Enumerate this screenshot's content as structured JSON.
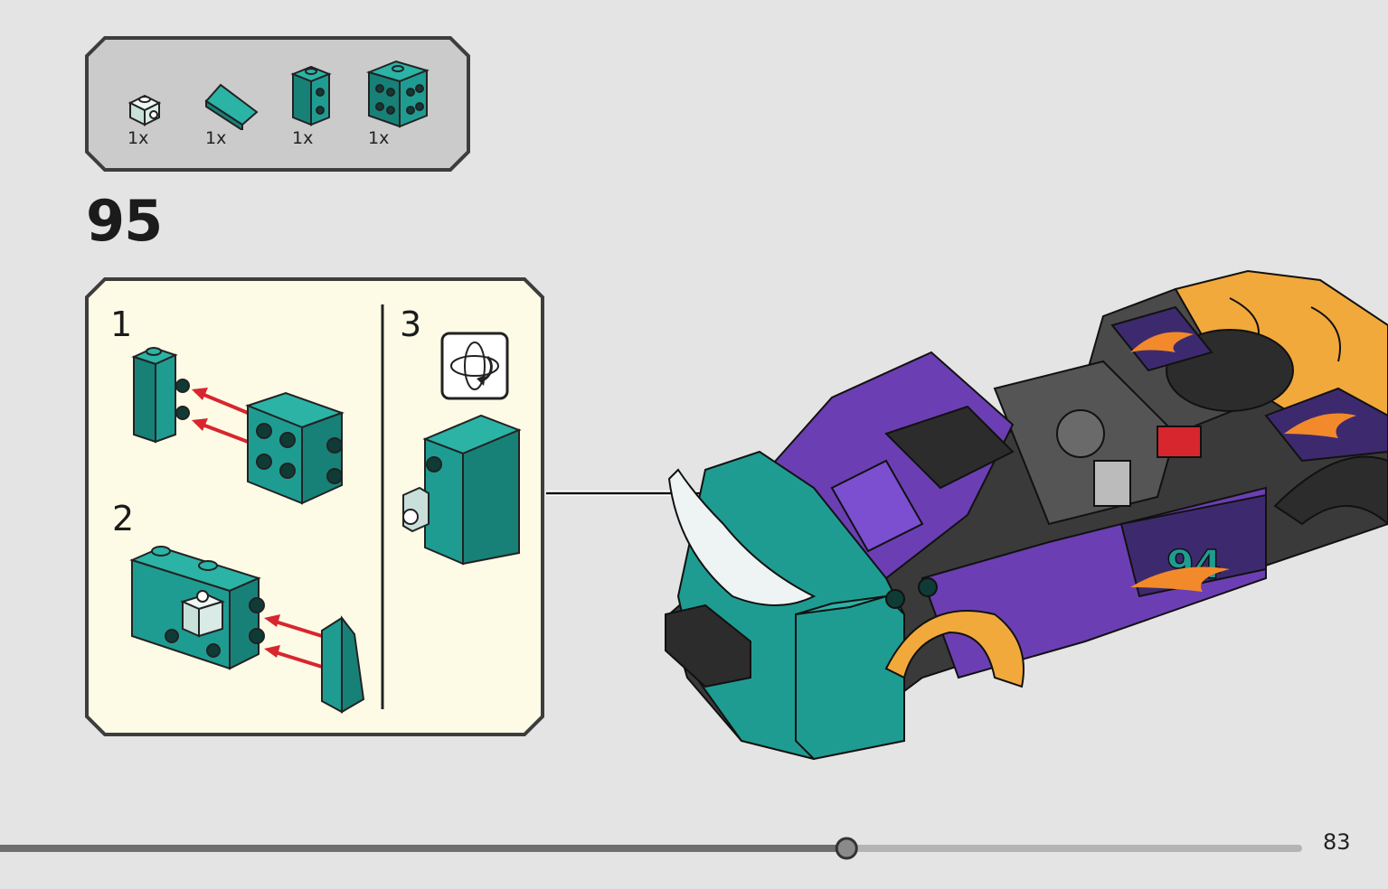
{
  "parts_list": {
    "items": [
      {
        "name": "1x1 bracket plate",
        "color": "#d8ebe6",
        "quantity": "1x"
      },
      {
        "name": "slope tile",
        "color": "#1f9c92",
        "quantity": "1x"
      },
      {
        "name": "1x2 brick with studs",
        "color": "#1f9c92",
        "quantity": "1x"
      },
      {
        "name": "2x2 brick with studs",
        "color": "#1f9c92",
        "quantity": "1x"
      }
    ]
  },
  "step": {
    "number": "95"
  },
  "substeps": [
    {
      "label": "1"
    },
    {
      "label": "2"
    },
    {
      "label": "3",
      "icon": "rotate-model-icon"
    }
  ],
  "progress": {
    "fraction": 0.652,
    "page_number": "83"
  },
  "colors": {
    "teal": "#1f9c92",
    "purple": "#6b3fb3",
    "orange": "#f2a93b",
    "dark_gray": "#3a3a3a",
    "callout_bg": "#fdfbe6",
    "arrow_red": "#d8262e"
  }
}
